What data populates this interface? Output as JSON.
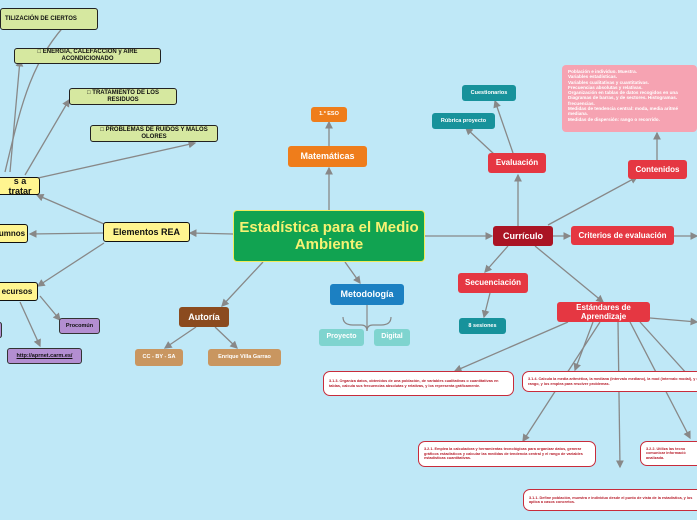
{
  "central": {
    "title": "Estadística para el Medio Ambiente"
  },
  "left": {
    "elementos": "Elementos REA",
    "temas_tratar": "s a tratar",
    "alumnos": "umnos",
    "recursos": "ecursos",
    "topics": [
      "TILIZACIÓN DE CIERTOS",
      "□ ENERGÍA, CALEFACCIÓN y AIRE ACONDICIONADO",
      "□ TRATAMIENTO DE LOS RESIDUOS",
      "□ PROBLEMAS DE RUIDOS Y MALOS OLORES"
    ],
    "procomun": "Procomún",
    "link": "http://aprnet.carm.es/"
  },
  "matematicas": {
    "label": "Matemáticas",
    "eso": "1.º ESO"
  },
  "autoria": {
    "label": "Autoría",
    "license": "CC - BY - SA",
    "author": "Enrique Villa Garrao"
  },
  "metodologia": {
    "label": "Metodología",
    "proyecto": "Proyecto",
    "digital": "Digital"
  },
  "curriculo": {
    "label": "Currículo",
    "evaluacion": "Evaluación",
    "cuestionarios": "Cuestionarios",
    "rubrica": "Rúbrica proyecto",
    "contenidos": "Contenidos",
    "contenidos_text": "Población e individuo. Muestra.\nVariables estadísticas.\nVariables cualitativas y cuantitativas.\nFrecuencias absolutas y relativas.\nOrganización en tablas de datos recogidos en una\nDiagramas de barras, y de sectores. Histogramas.\nfrecuencias.\nMedidas de tendencia central: moda, media aritmé\nmediana.\nMedidas de dispersión: rango o recorrido.",
    "criterios": "Criterios de evaluación",
    "secuenciacion": "Secuenciación",
    "sesiones": "8 sesiones",
    "estandares": "Estándares de Aprendizaje"
  },
  "standards": {
    "s1": "3.1.3. Organiza datos, obtenidos de una población, de variables cualitativas o cuantitativas en tablas, calcula sus frecuencias absolutas y relativas, y los representa gráficamente.",
    "s2": "3.1.4. Calcula la media aritmética, la mediana (intervalo mediano), la mod (intervalo modal), y el rango, y los emplea para resolver problemas.",
    "s3": "3.2.1. Emplea la calculadora y herramientas tecnológicas para organizar datos, generar gráficos estadísticos y calcular las medidas de tendencia central y el rango de variables estadísticas cuantitativas.",
    "s4": "3.2.2. Utiliza las tecno comunicar informació analizada.",
    "s5": "3.1.1. Define población, muestra e individuo desde el punto de vista de la estadística, y los aplica a casos concretos."
  }
}
